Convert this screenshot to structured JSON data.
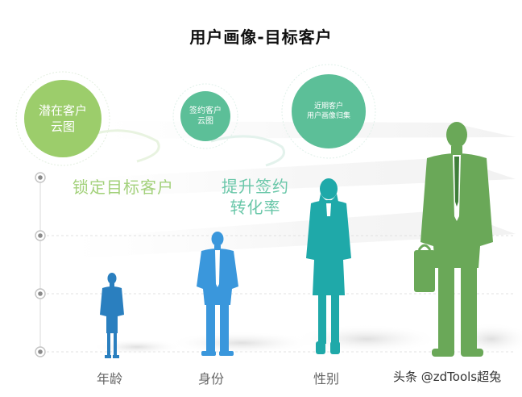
{
  "title": "用户画像-目标客户",
  "bubbles": [
    {
      "text": "潜在客户\n云图"
    },
    {
      "text": "签约客户\n云图"
    },
    {
      "text": "近期客户\n用户画像归集"
    }
  ],
  "callouts": [
    {
      "text": "锁定目标客户"
    },
    {
      "text": "提升签约\n转化率"
    }
  ],
  "categories": [
    "年龄",
    "身份",
    "性别"
  ],
  "watermark": "头条 @zdTools超兔",
  "colors": {
    "light_green": "#9ccd6b",
    "teal": "#5cbf98",
    "figure_blue_dark": "#2a7fbf",
    "figure_blue": "#3a97dc",
    "figure_teal": "#1fa9a9",
    "figure_green": "#6aa858"
  }
}
